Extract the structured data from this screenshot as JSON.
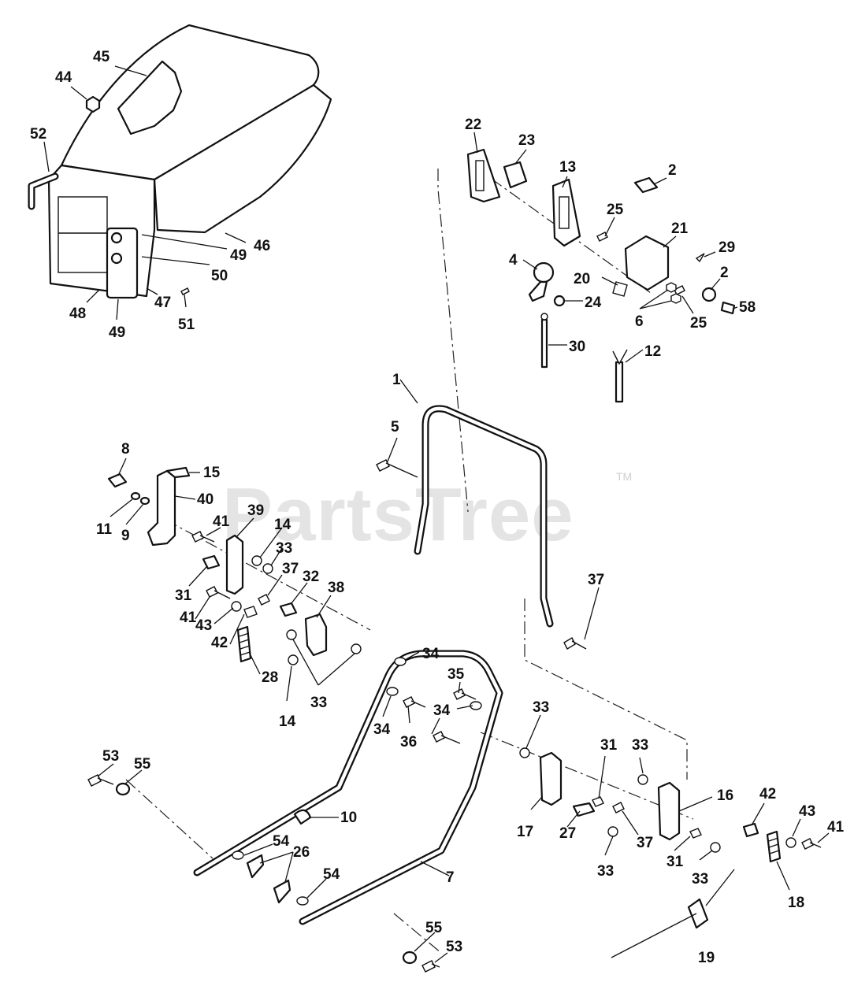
{
  "watermark": {
    "text": "PartsTree",
    "trademark": "TM"
  },
  "callouts": {
    "c1": "1",
    "c2a": "2",
    "c2b": "2",
    "c4": "4",
    "c5": "5",
    "c6": "6",
    "c7": "7",
    "c8": "8",
    "c9": "9",
    "c10": "10",
    "c11": "11",
    "c12": "12",
    "c13": "13",
    "c14a": "14",
    "c14b": "14",
    "c15": "15",
    "c16": "16",
    "c17": "17",
    "c18": "18",
    "c19": "19",
    "c20": "20",
    "c21": "21",
    "c22": "22",
    "c23": "23",
    "c24": "24",
    "c25a": "25",
    "c25b": "25",
    "c26": "26",
    "c27": "27",
    "c28": "28",
    "c29": "29",
    "c30": "30",
    "c31a": "31",
    "c31b": "31",
    "c31c": "31",
    "c32": "32",
    "c33a": "33",
    "c33b": "33",
    "c33c": "33",
    "c33d": "33",
    "c33e": "33",
    "c33f": "33",
    "c34a": "34",
    "c34b": "34",
    "c34c": "34",
    "c35": "35",
    "c36": "36",
    "c37a": "37",
    "c37b": "37",
    "c37c": "37",
    "c38": "38",
    "c39": "39",
    "c40": "40",
    "c41a": "41",
    "c41b": "41",
    "c41c": "41",
    "c42a": "42",
    "c42b": "42",
    "c43a": "43",
    "c43b": "43",
    "c44": "44",
    "c45": "45",
    "c46": "46",
    "c47": "47",
    "c48": "48",
    "c49a": "49",
    "c49b": "49",
    "c50": "50",
    "c51": "51",
    "c52": "52",
    "c53a": "53",
    "c53b": "53",
    "c54a": "54",
    "c54b": "54",
    "c55a": "55",
    "c55b": "55",
    "c58": "58"
  }
}
